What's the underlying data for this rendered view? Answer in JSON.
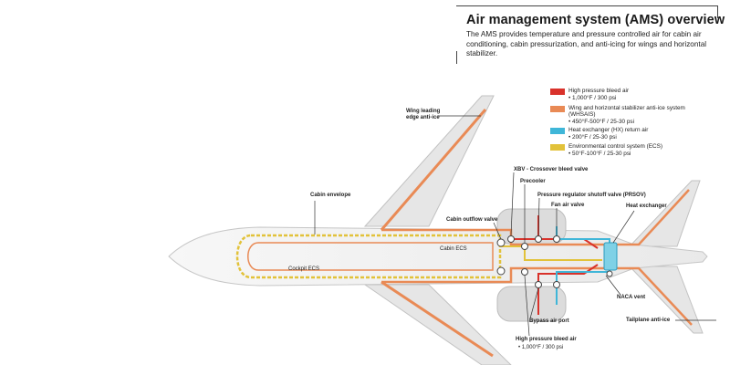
{
  "title": "Air management system (AMS) overview",
  "subtitle": "The AMS provides temperature and pressure controlled air for cabin air conditioning, cabin pressurization, and anti-icing for wings and horizontal stabilizer.",
  "legend": [
    {
      "label": "High pressure bleed air",
      "value": "• 1,000°F / 300 psi",
      "color": "#d9322b"
    },
    {
      "label": "Wing and horizontal stabilizer anti-ice system (WHSAIS)",
      "value": "• 450°F-500°F / 25-30 psi",
      "color": "#e98a55"
    },
    {
      "label": "Heat exchanger (HX) return air",
      "value": "• 200°F / 25-30 psi",
      "color": "#3fb6d8"
    },
    {
      "label": "Environmental control system (ECS)",
      "value": "• 50°F-100°F / 25-30 psi",
      "color": "#e2c23a"
    }
  ],
  "callouts": {
    "wing_anti_ice": "Wing leading edge anti-ice",
    "cabin_envelope": "Cabin envelope",
    "cabin_outflow_valve": "Cabin outflow valve",
    "cabin_ecs": "Cabin ECS",
    "cockpit_ecs": "Cockpit ECS",
    "xbv": "XBV - Crossover bleed valve",
    "precooler": "Precooler",
    "prsov": "Pressure regulator shutoff valve (PRSOV)",
    "fan_air_valve": "Fan air valve",
    "heat_exchanger": "Heat exchanger",
    "naca_vent": "NACA vent",
    "bypass_air_port": "Bypass air port",
    "hp_bleed_air": "High pressure bleed air",
    "hp_bleed_value": "• 1,000°F / 300 psi",
    "tailplane_anti_ice": "Tailplane anti-ice"
  },
  "colors": {
    "aircraft_fill": "#ededed",
    "aircraft_stroke": "#c4c4c4",
    "bleed": "#d9322b",
    "anti_ice": "#e98a55",
    "hx_return": "#3fb6d8",
    "ecs": "#e2c23a"
  }
}
